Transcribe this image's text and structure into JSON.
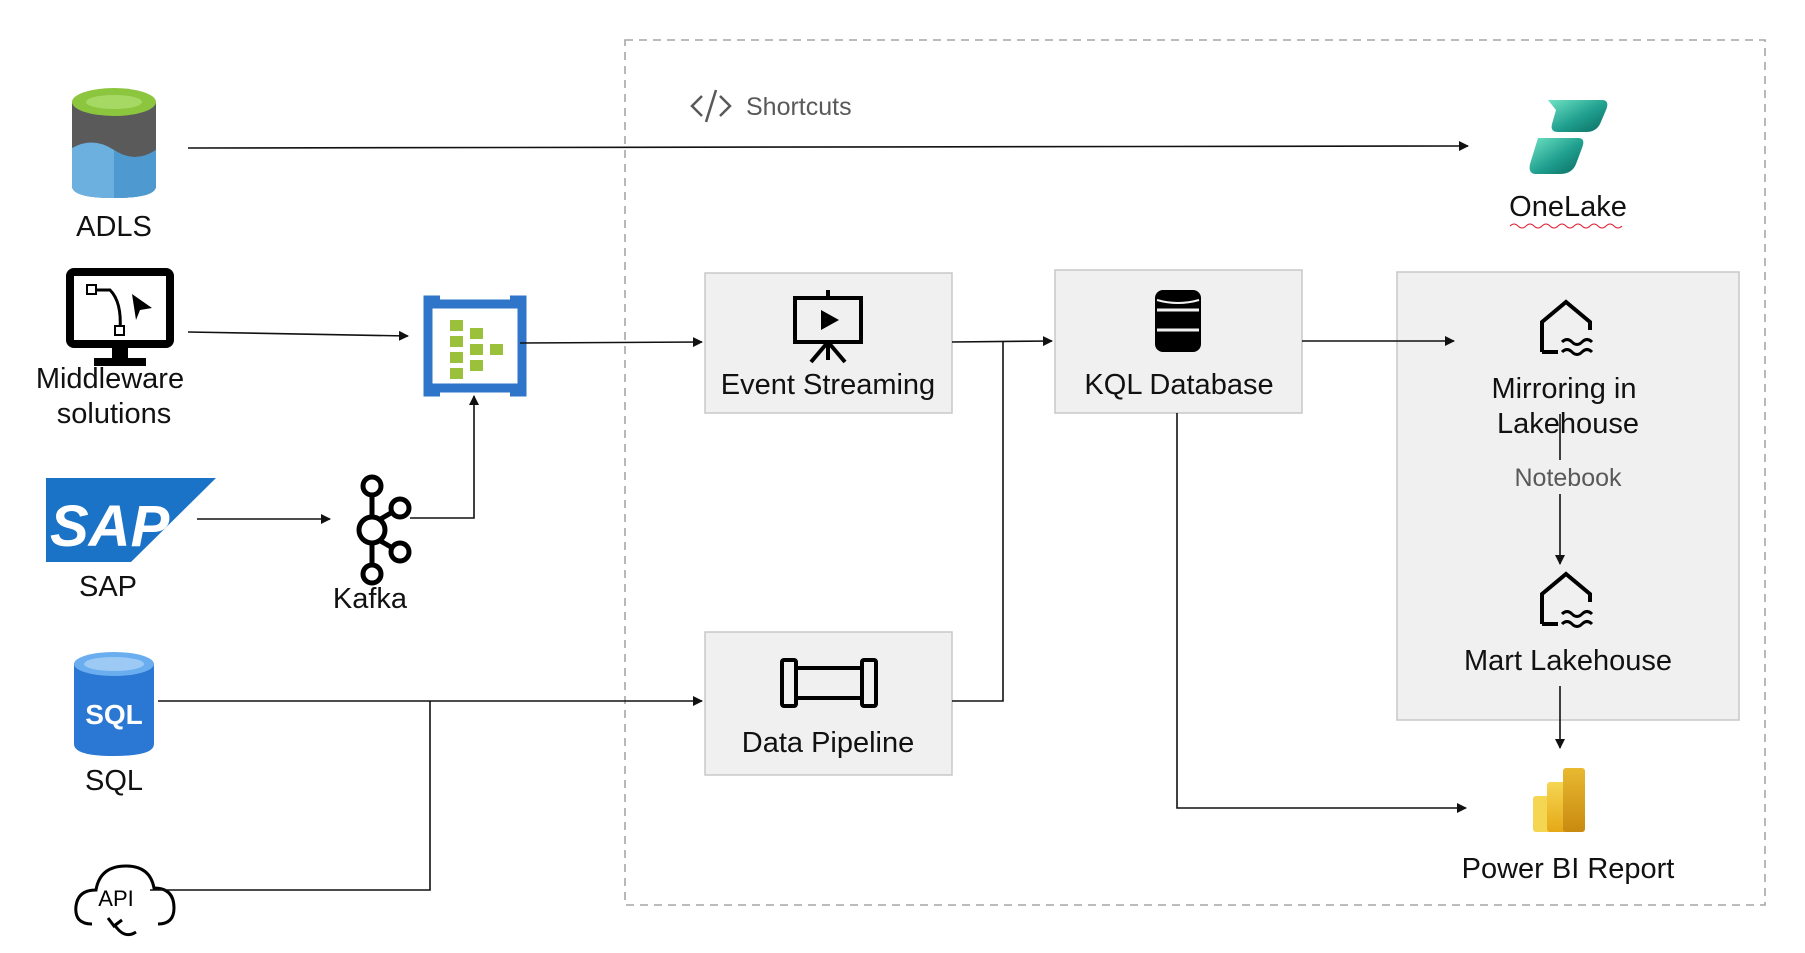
{
  "sources": {
    "adls": "ADLS",
    "middleware": [
      "Middleware",
      "solutions"
    ],
    "sap": "SAP",
    "sap_logo_text": "SAP",
    "kafka": "Kafka",
    "sql": "SQL",
    "sql_logo_text": "SQL",
    "api_logo_text": "API"
  },
  "fabric": {
    "shortcuts": "Shortcuts",
    "onelake": "OneLake",
    "event_streaming": "Event Streaming",
    "kql_database": "KQL Database",
    "data_pipeline": "Data Pipeline",
    "mirroring": [
      "Mirroring in",
      "Lakehouse"
    ],
    "notebook": "Notebook",
    "mart_lakehouse": "Mart Lakehouse",
    "power_bi": "Power BI Report"
  },
  "colors": {
    "box_fill": "#f0f0f0",
    "boundary": "#a6a6a6",
    "adls_green": "#8cc63f",
    "adls_blue": "#6cb0e0",
    "sap_blue": "#1a73c6",
    "sql_blue": "#2b78d4",
    "eventhub_blue": "#2f75c9",
    "eventhub_green": "#9bc13c",
    "onelake_teal": "#1f9e8e",
    "powerbi_gold": "#f2c811"
  }
}
